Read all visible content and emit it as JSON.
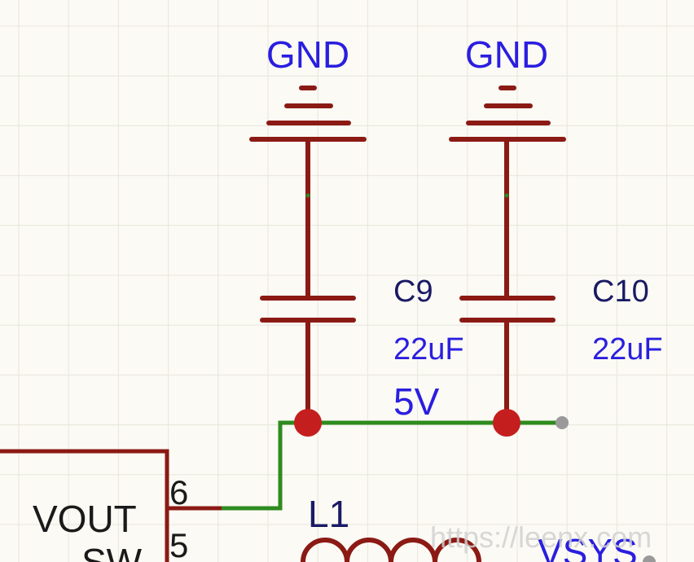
{
  "schematic": {
    "net_labels": {
      "gnd_left": "GND",
      "gnd_right": "GND",
      "net_5v": "5V",
      "vsys": "VSYS"
    },
    "capacitors": [
      {
        "ref": "C9",
        "value": "22uF"
      },
      {
        "ref": "C10",
        "value": "22uF"
      }
    ],
    "inductor": {
      "ref": "L1"
    },
    "ic": {
      "pin_vout_name": "VOUT",
      "pin_vout_number": "6",
      "pin_sw_name": "SW",
      "pin_sw_number": "5"
    }
  },
  "watermark": "https://leenx.com",
  "colors": {
    "background": "#fbfaf4",
    "grid": "#e8e6dc",
    "component": "#8b1a14",
    "wire": "#2e8b1e",
    "junction": "#c41e1e",
    "net_label": "#2a1ee0",
    "ref_text": "#1a1a66"
  }
}
